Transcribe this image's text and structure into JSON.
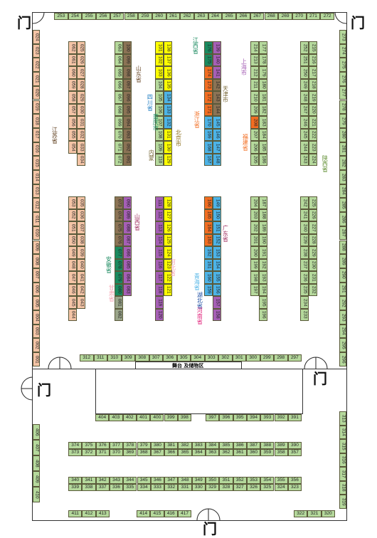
{
  "door_label": "门",
  "stage_label": "舞台 及储物区",
  "colors": {
    "green": "#b5d99c",
    "salmon": "#f4c4a6",
    "brown": "#8b7355",
    "yellow": "#ffff00",
    "sky": "#4db3e6",
    "orange": "#f26d21",
    "purple": "#a55fb5",
    "teal": "#1a8a5f",
    "grey": "#9aa58a"
  },
  "regions": [
    {
      "id": "jiangsu",
      "label": "江苏省",
      "color": "#5c3b1a"
    },
    {
      "id": "shandong",
      "label": "山东省",
      "color": "#6b4a2a"
    },
    {
      "id": "sichuan",
      "label": "四川省",
      "color": "#1a7ac0"
    },
    {
      "id": "chongqing",
      "label": "重庆市",
      "color": "#1a8a5f"
    },
    {
      "id": "neimeng",
      "label": "内蒙",
      "color": "#7a6a3a"
    },
    {
      "id": "beijing",
      "label": "北京市",
      "color": "#8b6d1a"
    },
    {
      "id": "jiangxi",
      "label": "江西省",
      "color": "#1a8a5f"
    },
    {
      "id": "zhejiang",
      "label": "浙江省",
      "color": "#f26d21"
    },
    {
      "id": "tianjin",
      "label": "天津市",
      "color": "#7a6a3a"
    },
    {
      "id": "shanghai",
      "label": "上海市",
      "color": "#a55fb5"
    },
    {
      "id": "fujian",
      "label": "福建省",
      "color": "#f26d21"
    },
    {
      "id": "shaanxi",
      "label": "陕西省",
      "color": "#5a8a2a"
    },
    {
      "id": "shanxi",
      "label": "山西省",
      "color": "#a03060"
    },
    {
      "id": "anhui",
      "label": "安徽省",
      "color": "#1a8a5f"
    },
    {
      "id": "gansu",
      "label": "甘肃省",
      "color": "#f4a0b0"
    },
    {
      "id": "hebei",
      "label": "河北省",
      "color": "#f4a0b0"
    },
    {
      "id": "guangdong",
      "label": "广东省",
      "color": "#a03060"
    },
    {
      "id": "qinghai",
      "label": "青海省",
      "color": "#4db3e6"
    },
    {
      "id": "hubei",
      "label": "湖北省",
      "color": "#1a4aa0"
    },
    {
      "id": "henan",
      "label": "河南省",
      "color": "#e0207a"
    }
  ],
  "booths": {
    "top_row": [
      "253",
      "254",
      "255",
      "256",
      "257",
      "258",
      "259",
      "260",
      "261",
      "262",
      "263",
      "264",
      "265",
      "266",
      "267",
      "268",
      "269",
      "270",
      "271",
      "272"
    ],
    "right_col": [
      "273",
      "274",
      "275",
      "276",
      "277",
      "278",
      "279",
      "280",
      "281",
      "282",
      "283",
      "284",
      "285",
      "286",
      "287",
      "288",
      "289",
      "290",
      "291",
      "292",
      "293",
      "294",
      "295",
      "296"
    ],
    "left_col": [
      "024",
      "023",
      "022",
      "021",
      "020",
      "019",
      "018",
      "017",
      "016",
      "015",
      "014",
      "013",
      "012",
      "011",
      "010",
      "009",
      "008",
      "007",
      "006",
      "005",
      "004",
      "003",
      "002",
      "001"
    ],
    "stage_row": [
      "312",
      "311",
      "310",
      "309",
      "308",
      "307",
      "306",
      "305",
      "304",
      "303",
      "302",
      "301",
      "300",
      "299",
      "298",
      "297"
    ],
    "row_404": [
      "404",
      "403",
      "402",
      "401",
      "400",
      "399",
      "398"
    ],
    "row_397": [
      "397",
      "396",
      "395",
      "394",
      "393",
      "392",
      "391"
    ],
    "row_374": [
      "374",
      "375",
      "376",
      "377",
      "378",
      "379",
      "380",
      "381",
      "382",
      "383",
      "384",
      "385",
      "386",
      "387",
      "388",
      "389",
      "390"
    ],
    "row_373": [
      "373",
      "372",
      "371",
      "370",
      "369",
      "368",
      "367",
      "366",
      "365",
      "364",
      "363",
      "362",
      "361",
      "360",
      "359",
      "358",
      "357"
    ],
    "row_340": [
      "340",
      "341",
      "342",
      "343",
      "344",
      "345",
      "346",
      "347",
      "348",
      "349",
      "350",
      "351",
      "352",
      "353",
      "354",
      "355",
      "356"
    ],
    "row_339": [
      "339",
      "338",
      "337",
      "336",
      "335",
      "334",
      "333",
      "332",
      "331",
      "330",
      "329",
      "328",
      "327",
      "326",
      "325",
      "324",
      "323"
    ],
    "bottom_left": [
      "411",
      "412",
      "413"
    ],
    "bottom_mid": [
      "414",
      "415",
      "416",
      "417"
    ],
    "bottom_right": [
      "322",
      "321",
      "320"
    ],
    "left_lower_col": [
      "406",
      "407",
      "408",
      "409",
      "410"
    ],
    "right_lower_col": [
      "313",
      "314",
      "315",
      "316",
      "317",
      "318",
      "319"
    ],
    "c1a_top": [
      "062",
      "061",
      "060",
      "059",
      "058",
      "057",
      "056",
      "055",
      "054"
    ],
    "c1b_top": [
      "025",
      "026",
      "027",
      "028",
      "029",
      "030",
      "031",
      "032",
      "033",
      "034"
    ],
    "c1a_bot": [
      "053",
      "052",
      "051",
      "050",
      "049",
      "048",
      "047",
      "046",
      "045",
      "044"
    ],
    "c1b_bot": [
      "035",
      "036",
      "037",
      "038",
      "039",
      "040",
      "041",
      "042",
      "043"
    ],
    "c2a_top": [
      "063",
      "064",
      "065",
      "066",
      "067",
      "068",
      "069",
      "070",
      "071",
      "072"
    ],
    "c2b_top": [
      "100",
      "099",
      "098",
      "097",
      "096",
      "095",
      "094",
      "093",
      "092",
      "091"
    ],
    "c2a_bot": [
      "073",
      "074",
      "075",
      "076",
      "077",
      "078",
      "079",
      "080",
      "081",
      "082"
    ],
    "c2b_bot": [
      "090",
      "089",
      "088",
      "087",
      "086",
      "085",
      "084",
      "083"
    ],
    "c3a_top": [
      "101",
      "102",
      "103",
      "104",
      "105",
      "106",
      "107",
      "108",
      "109",
      "110"
    ],
    "c3b_top": [
      "138",
      "137",
      "136",
      "135",
      "134",
      "133",
      "132",
      "131",
      "130",
      "129"
    ],
    "c3a_bot": [
      "111",
      "112",
      "113",
      "114",
      "115",
      "116",
      "117",
      "118",
      "119",
      "120"
    ],
    "c3b_bot": [
      "128",
      "127",
      "126",
      "125",
      "124",
      "123",
      "122",
      "121"
    ],
    "c4a_top": [
      "176",
      "175",
      "174",
      "173",
      "172",
      "171",
      "170",
      "169",
      "168",
      "167"
    ],
    "c4b_top": [
      "139",
      "140",
      "141",
      "142",
      "143",
      "144",
      "145",
      "146",
      "147",
      "148"
    ],
    "c4a_bot": [
      "166",
      "165",
      "164",
      "163",
      "162",
      "161",
      "160",
      "159"
    ],
    "c4b_bot": [
      "149",
      "150",
      "151",
      "152",
      "153",
      "154",
      "155",
      "156",
      "157",
      "158"
    ],
    "c5a_top": [
      "214",
      "213",
      "212",
      "211",
      "210",
      "209",
      "208",
      "207",
      "206",
      "205"
    ],
    "c5b_top": [
      "177",
      "178",
      "179",
      "180",
      "181",
      "182",
      "183",
      "184",
      "185",
      "186"
    ],
    "c5a_bot": [
      "204",
      "203",
      "202",
      "201",
      "200",
      "199",
      "198",
      "197"
    ],
    "c5b_bot": [
      "187",
      "188",
      "189",
      "190",
      "191",
      "192",
      "193",
      "194",
      "195",
      "196"
    ],
    "c6a_top": [
      "252",
      "251",
      "250",
      "249",
      "248",
      "247",
      "246",
      "245",
      "244",
      "243"
    ],
    "c6b_top": [
      "215",
      "216",
      "217",
      "218",
      "219",
      "220",
      "221",
      "222",
      "223",
      "224"
    ],
    "c6a_bot": [
      "242",
      "241",
      "240",
      "239",
      "238",
      "237",
      "236",
      "235",
      "234",
      "233"
    ],
    "c6b_bot": [
      "225",
      "226",
      "227",
      "228",
      "229",
      "230",
      "231",
      "232"
    ]
  }
}
